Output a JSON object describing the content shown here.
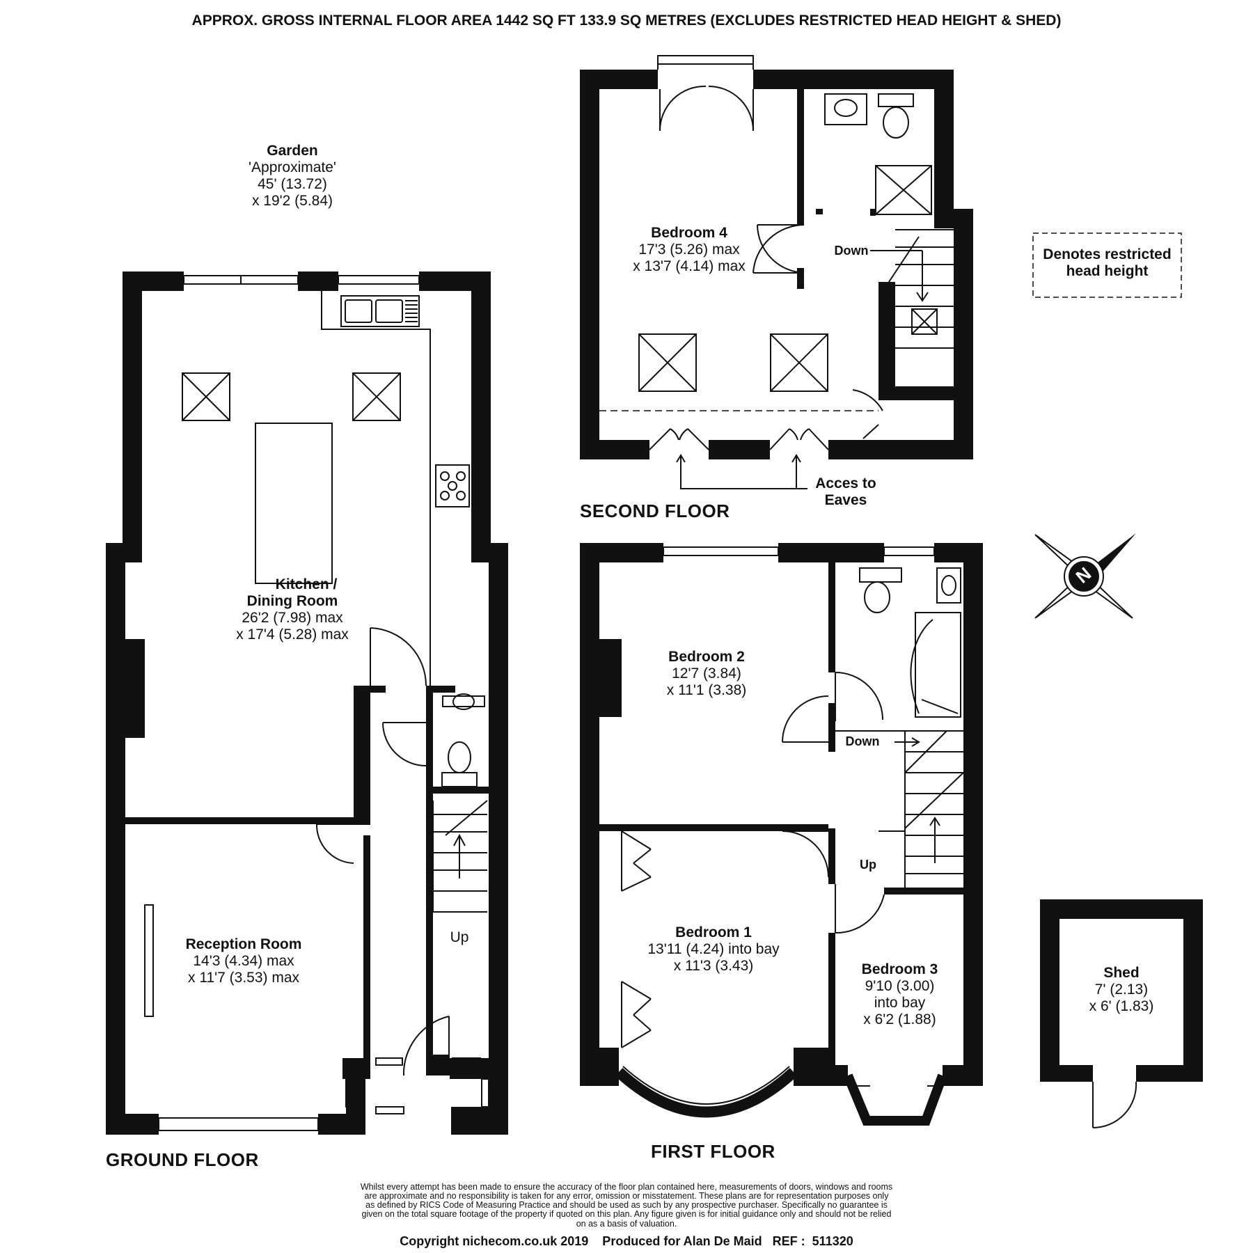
{
  "header": {
    "area_text": "APPROX. GROSS INTERNAL FLOOR AREA 1442 SQ FT 133.9 SQ METRES (EXCLUDES RESTRICTED HEAD HEIGHT & SHED)"
  },
  "garden": {
    "name": "Garden",
    "note": "'Approximate'",
    "dim1": "45' (13.72)",
    "dim2": "x 19'2 (5.84)"
  },
  "ground_floor": {
    "title": "GROUND FLOOR",
    "kitchen": {
      "name1": "Kitchen /",
      "name2": "Dining Room",
      "dim1": "26'2 (7.98) max",
      "dim2": "x 17'4 (5.28) max"
    },
    "reception": {
      "name": "Reception Room",
      "dim1": "14'3 (4.34) max",
      "dim2": "x 11'7 (3.53) max"
    },
    "stair_label": "Up"
  },
  "second_floor": {
    "title": "SECOND FLOOR",
    "bedroom4": {
      "name": "Bedroom 4",
      "dim1": "17'3 (5.26) max",
      "dim2": "x 13'7 (4.14) max"
    },
    "stair_label": "Down",
    "eaves1": "Acces to",
    "eaves2": "Eaves"
  },
  "first_floor": {
    "title": "FIRST FLOOR",
    "bedroom2": {
      "name": "Bedroom 2",
      "dim1": "12'7 (3.84)",
      "dim2": "x 11'1 (3.38)"
    },
    "bedroom1": {
      "name": "Bedroom 1",
      "dim1": "13'11 (4.24) into bay",
      "dim2": "x 11'3 (3.43)"
    },
    "bedroom3": {
      "name": "Bedroom 3",
      "dim1": "9'10 (3.00)",
      "dim2": "into bay",
      "dim3": "x 6'2 (1.88)"
    },
    "down_label": "Down",
    "up_label": "Up"
  },
  "shed": {
    "name": "Shed",
    "dim1": "7' (2.13)",
    "dim2": "x 6' (1.83)"
  },
  "legend": {
    "line1": "Denotes restricted",
    "line2": "head height"
  },
  "compass": {
    "letter": "N"
  },
  "disclaimer": [
    "Whilst every attempt has been made to ensure the accuracy of the floor plan contained here, measurements of doors, windows and rooms",
    "are approximate and no responsibility is taken for any error, omission or misstatement. These plans are for representation purposes only",
    "as defined by RICS Code of Measuring Practice and should be used as such by any prospective purchaser.  Specifically no guarantee is",
    "given on the total square footage of the property if quoted on this plan. Any figure given is for initial guidance only and should not be relied",
    "on as a basis of valuation."
  ],
  "copyright": "Copyright nichecom.co.uk 2019    Produced for Alan De Maid   REF :  511320",
  "colors": {
    "wall": "#111111",
    "background": "#ffffff"
  }
}
